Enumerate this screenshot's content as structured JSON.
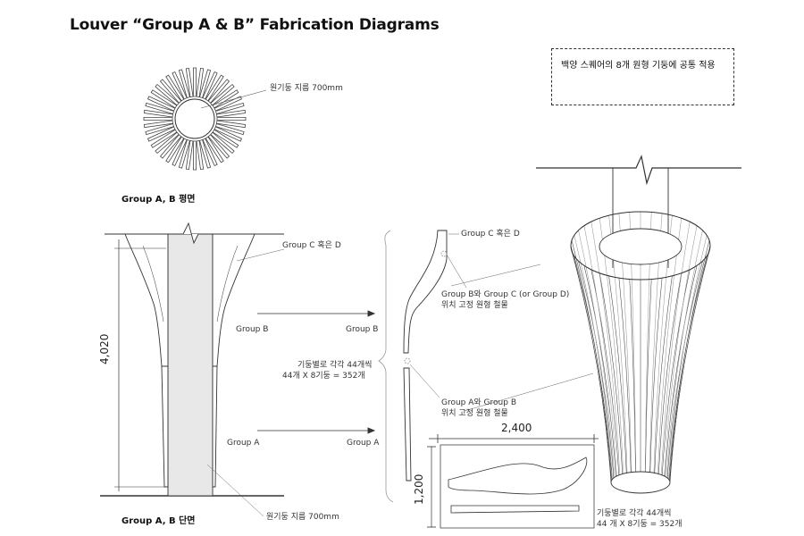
{
  "title": "Louver “Group A & B” Fabrication Diagrams",
  "note": "백양 스퀘어의 8개 원형 기둥에 공통 적용",
  "plan": {
    "diameter_label": "원기둥 지름 700mm",
    "caption": "Group A, B 평면"
  },
  "section": {
    "group_cd": "Group C 혹은 D",
    "group_b": "Group B",
    "group_a": "Group A",
    "height_dim": "4,020",
    "diameter_label": "원기둥 지름 700mm",
    "caption": "Group A, B 단면"
  },
  "detail": {
    "group_cd": "Group C 혹은 D",
    "group_b": "Group B",
    "group_a": "Group A",
    "ring_bc_line1": "Group B와 Group C (or Group D)",
    "ring_bc_line2": "위치 고정 원형 철물",
    "count_line1": "기둥별로 각각 44개씩",
    "count_line2": "44개 X 8기둥 = 352개",
    "ring_ab_line1": "Group A와 Group B",
    "ring_ab_line2": "위치 고정 원형 철물"
  },
  "sheet": {
    "width_dim": "2,400",
    "height_dim": "1,200",
    "count_line1": "기둥별로 각각 44개씩",
    "count_line2": "44 개 X 8기둥 = 352개"
  }
}
